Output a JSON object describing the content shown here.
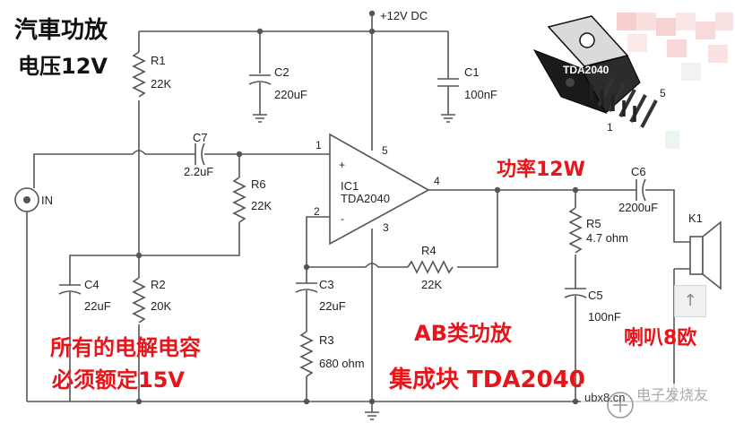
{
  "headings": {
    "title_line1": "汽車功放",
    "title_line2": "电压12V",
    "power_out": "功率12W",
    "class_ab": "AB类功放",
    "ic_block": "集成块 TDA2040",
    "speaker": "喇叭8欧",
    "note_line1": "所有的电解电容",
    "note_line2": "必须额定15V"
  },
  "supply_label": "+12V DC",
  "input_label": "IN",
  "ic": {
    "ref": "IC1",
    "part": "TDA2040",
    "pins": [
      "1",
      "2",
      "3",
      "4",
      "5"
    ],
    "plus": "+",
    "minus": "-"
  },
  "package": {
    "label": "TDA2040",
    "pin_first": "1",
    "pin_last": "5"
  },
  "components": {
    "r1": {
      "ref": "R1",
      "val": "22K"
    },
    "r2": {
      "ref": "R2",
      "val": "20K"
    },
    "r3": {
      "ref": "R3",
      "val": "680 ohm"
    },
    "r4": {
      "ref": "R4",
      "val": "22K"
    },
    "r5": {
      "ref": "R5",
      "val": "4.7 ohm"
    },
    "r6": {
      "ref": "R6",
      "val": "22K"
    },
    "c1": {
      "ref": "C1",
      "val": "100nF"
    },
    "c2": {
      "ref": "C2",
      "val": "220uF"
    },
    "c3": {
      "ref": "C3",
      "val": "22uF"
    },
    "c4": {
      "ref": "C4",
      "val": "22uF"
    },
    "c5": {
      "ref": "C5",
      "val": "100nF"
    },
    "c6": {
      "ref": "C6",
      "val": "2200uF"
    },
    "c7": {
      "ref": "C7",
      "val": "2.2uF"
    },
    "k1": {
      "ref": "K1"
    }
  },
  "watermark": {
    "site": "ubx8.cn",
    "brand": "电子发烧友"
  },
  "colors": {
    "wire": "#555555",
    "red_text": "#e8141a",
    "black_text": "#111111"
  }
}
